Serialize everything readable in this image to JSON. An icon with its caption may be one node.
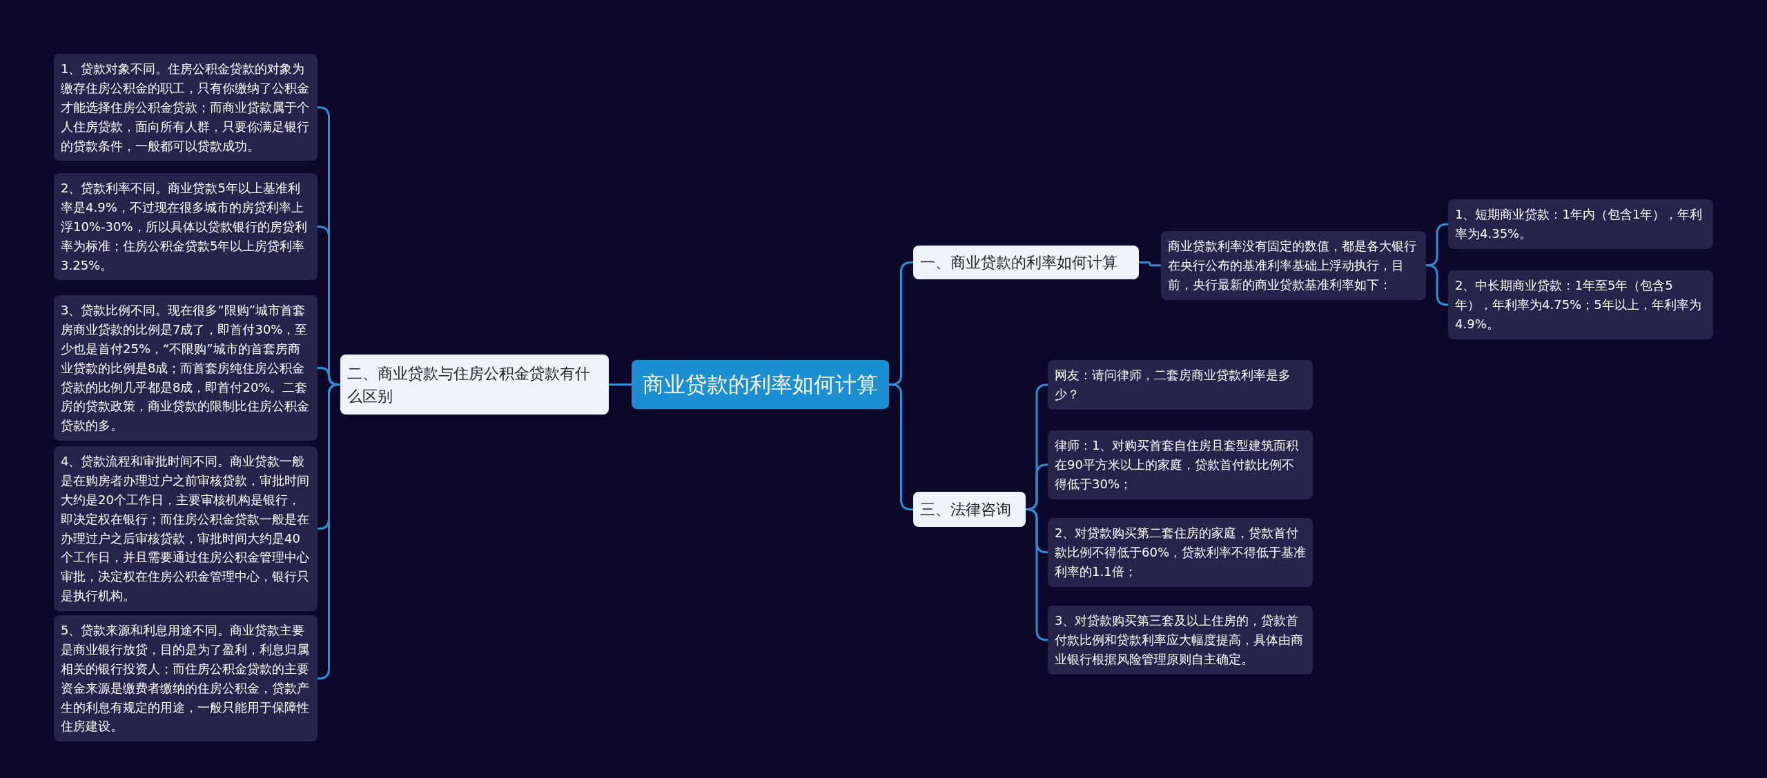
{
  "diagram": {
    "nodes": [
      {
        "text": [
          "商业贷款的利率如何计算"
        ]
      },
      {
        "text": [
          "一、商业贷款的利率如何计算"
        ]
      },
      {
        "text": [
          "商业贷款利率没有固定的数值，都是各大银行在央行公布的基准利率基础上浮动执行，目前，央行最新的商业贷款基准利率如下："
        ]
      },
      {
        "text": [
          "1、短期商业贷款：1年内（包含1年），年利率为4.35%。"
        ]
      },
      {
        "text": [
          "2、中长期商业贷款：1年至5年（包含5年），年利率为4.75%；5年以上，年利率为4.9%。"
        ]
      },
      {
        "text": [
          "二、商业贷款与住房公积金贷款有什么区别"
        ]
      },
      {
        "text": [
          "1、贷款对象不同。住房公积金贷款的对象为缴存住房公积金的职工，只有你缴纳了公积金才能选择住房公积金贷款；而商业贷款属于个人住房贷款，面向所有人群，只要你满足银行的贷款条件，一般都可以贷款成功。"
        ]
      },
      {
        "text": [
          "2、贷款利率不同。商业贷款5年以上基准利率是4.9%，不过现在很多城市的房贷利率上浮10%-30%，所以具体以贷款银行的房贷利率为标准；住房公积金贷款5年以上房贷利率3.25%。"
        ]
      },
      {
        "text": [
          "3、贷款比例不同。现在很多“限购”城市首套房商业贷款的比例是7成了，即首付30%，至少也是首付25%，“不限购”城市的首套房商业贷款的比例是8成；而首套房纯住房公积金贷款的比例几乎都是8成，即首付20%。二套房的贷款政策，商业贷款的限制比住房公积金贷款的多。"
        ]
      },
      {
        "text": [
          "4、贷款流程和审批时间不同。商业贷款一般是在购房者办理过户之前审核贷款，审批时间大约是20个工作日，主要审核机构是银行，即决定权在银行；而住房公积金贷款一般是在办理过户之后审核贷款，审批时间大约是40个工作日，并且需要通过住房公积金管理中心审批，决定权在住房公积金管理中心，银行只是执行机构。"
        ]
      },
      {
        "text": [
          "5、贷款来源和利息用途不同。商业贷款主要是商业银行放贷，目的是为了盈利，利息归属相关的银行投资人；而住房公积金贷款的主要资金来源是缴费者缴纳的住房公积金，贷款产生的利息有规定的用途，一般只能用于保障性住房建设。"
        ]
      },
      {
        "text": [
          "三、法律咨询"
        ]
      },
      {
        "text": [
          "网友：请问律师，二套房商业贷款利率是多少？"
        ]
      },
      {
        "text": [
          "律师：1、对购买首套自住房且套型建筑面积在90平方米以上的家庭，贷款首付款比例不得低于30%；"
        ]
      },
      {
        "text": [
          "2、对贷款购买第二套住房的家庭，贷款首付款比例不得低于60%，贷款利率不得低于基准利率的1.1倍；"
        ]
      },
      {
        "text": [
          "3、对贷款购买第三套及以上住房的，贷款首付款比例和贷款利率应大幅度提高，具体由商业银行根据风险管理原则自主确定。"
        ]
      }
    ],
    "edges": [
      {
        "from": 0,
        "to": 1,
        "arrow": "none"
      },
      {
        "from": 1,
        "to": 2,
        "arrow": "none"
      },
      {
        "from": 2,
        "to": 3,
        "arrow": "none"
      },
      {
        "from": 2,
        "to": 4,
        "arrow": "none"
      },
      {
        "from": 0,
        "to": 5,
        "arrow": "none"
      },
      {
        "from": 5,
        "to": 6,
        "arrow": "none"
      },
      {
        "from": 5,
        "to": 7,
        "arrow": "none"
      },
      {
        "from": 5,
        "to": 8,
        "arrow": "none"
      },
      {
        "from": 5,
        "to": 9,
        "arrow": "none"
      },
      {
        "from": 5,
        "to": 10,
        "arrow": "none"
      },
      {
        "from": 0,
        "to": 11,
        "arrow": "none"
      },
      {
        "from": 11,
        "to": 12,
        "arrow": "none"
      },
      {
        "from": 11,
        "to": 13,
        "arrow": "none"
      },
      {
        "from": 11,
        "to": 14,
        "arrow": "none"
      },
      {
        "from": 11,
        "to": 15,
        "arrow": "none"
      }
    ]
  }
}
